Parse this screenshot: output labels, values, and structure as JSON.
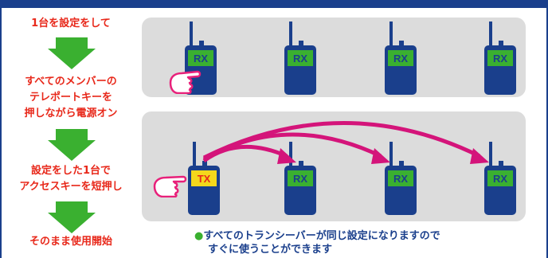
{
  "steps": {
    "step1": "1台を設定をして",
    "step2_line1": "すべてのメンバーの",
    "step2_line2": "テレポートキーを",
    "step2_line3": "押しながら電源オン",
    "step3_line1": "設定をした1台で",
    "step3_line2": "アクセスキーを短押し",
    "step4": "そのまま使用開始"
  },
  "labels": {
    "rx": "RX",
    "tx": "TX"
  },
  "note": {
    "bullet": "●",
    "line1": "すべてのトランシーバーが同じ設定になりますので",
    "line2": "すぐに使うことができます"
  },
  "colors": {
    "navy": "#1a3f8c",
    "red": "#e8281a",
    "green": "#3ab030",
    "magenta": "#d4147a",
    "panel": "#dcdcdc",
    "hand": "#e8207a"
  },
  "icons": {
    "arrows": "green-down-arrow",
    "radios": "transceiver-icon",
    "hands": "pointing-hand-icon"
  }
}
